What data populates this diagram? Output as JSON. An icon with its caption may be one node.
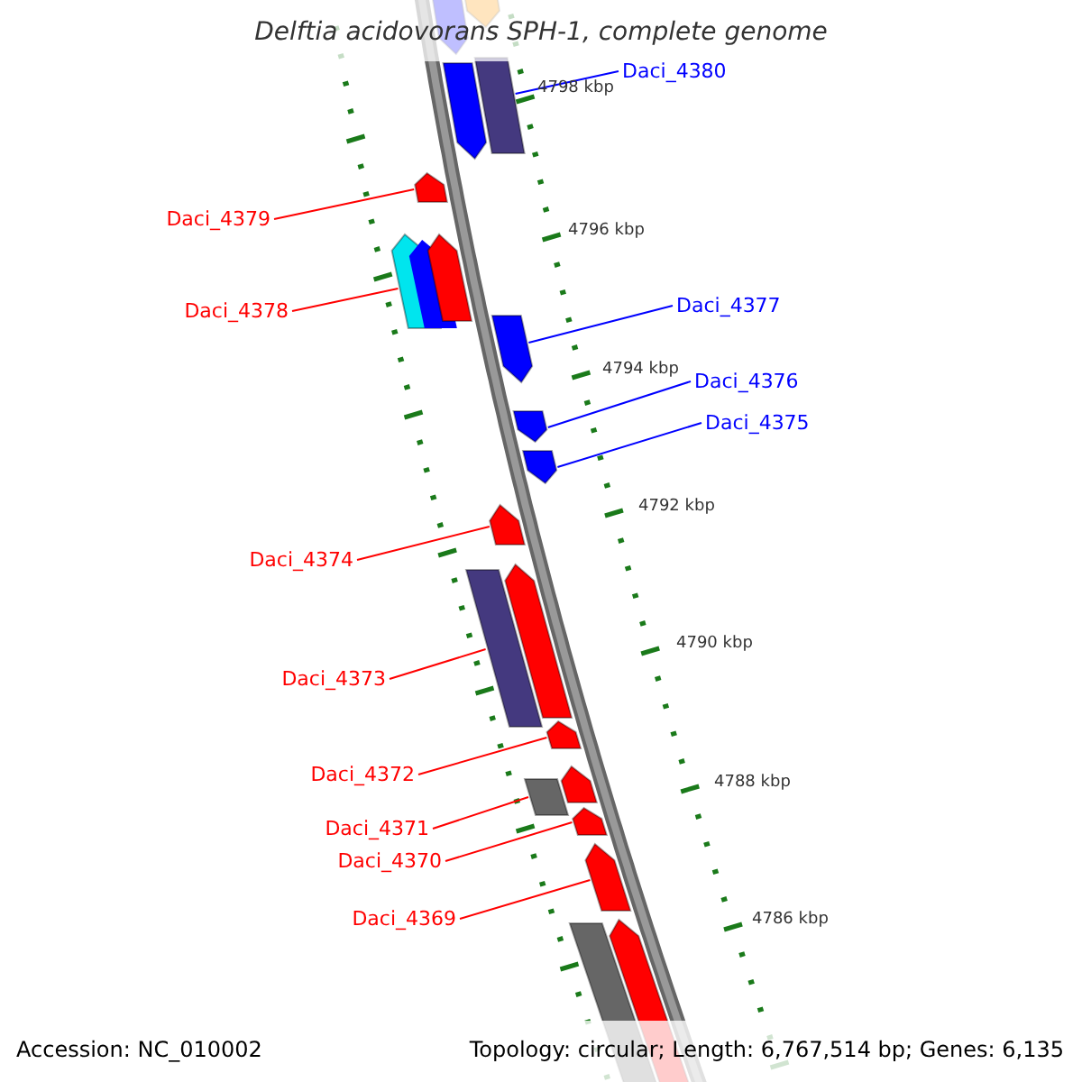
{
  "diagram": {
    "title": "Delftia acidovorans SPH-1, complete genome",
    "nodes": [
      {
        "text": [
          "Daci_4380"
        ]
      },
      {
        "text": [
          "Daci_4379"
        ]
      },
      {
        "text": [
          "Daci_4378"
        ]
      },
      {
        "text": [
          "Daci_4377"
        ]
      },
      {
        "text": [
          "Daci_4376"
        ]
      },
      {
        "text": [
          "Daci_4375"
        ]
      },
      {
        "text": [
          "Daci_4374"
        ]
      },
      {
        "text": [
          "Daci_4373"
        ]
      },
      {
        "text": [
          "Daci_4372"
        ]
      },
      {
        "text": [
          "Daci_4371"
        ]
      },
      {
        "text": [
          "Daci_4370"
        ]
      },
      {
        "text": [
          "Daci_4369"
        ]
      },
      {
        "text": [],
        "shape": "bar"
      },
      {
        "text": [],
        "shape": "bar"
      },
      {
        "text": [],
        "shape": "bar"
      },
      {
        "text": [],
        "shape": "bar"
      },
      {
        "text": [],
        "shape": "bar"
      },
      {
        "text": [],
        "shape": "bar"
      },
      {
        "text": [],
        "shape": "bar"
      },
      {
        "text": [],
        "shape": "bar"
      },
      {
        "text": [],
        "shape": "bar"
      },
      {
        "text": [],
        "shape": "bar"
      },
      {
        "text": [],
        "shape": "bar"
      },
      {
        "text": [],
        "shape": "bar"
      },
      {
        "text": [],
        "shape": "bar"
      },
      {
        "text": [],
        "shape": "bar"
      },
      {
        "text": [],
        "shape": "bar"
      },
      {
        "text": [],
        "shape": "bar"
      },
      {
        "text": [],
        "shape": "bar"
      },
      {
        "text": [],
        "shape": "bar"
      },
      {
        "text": [],
        "shape": "bar"
      },
      {
        "text": [],
        "shape": "bar"
      }
    ],
    "edges": [
      {
        "from": 0,
        "to": 14,
        "arrow": "none",
        "color": "#0000ff"
      },
      {
        "from": 1,
        "to": 16,
        "arrow": "none",
        "color": "#ff0000"
      },
      {
        "from": 2,
        "to": 17,
        "arrow": "none",
        "color": "#ff0000"
      },
      {
        "from": 3,
        "to": 19,
        "arrow": "none",
        "color": "#0000ff"
      },
      {
        "from": 4,
        "to": 20,
        "arrow": "none",
        "color": "#0000ff"
      },
      {
        "from": 5,
        "to": 21,
        "arrow": "none",
        "color": "#0000ff"
      },
      {
        "from": 6,
        "to": 22,
        "arrow": "none",
        "color": "#ff0000"
      },
      {
        "from": 7,
        "to": 24,
        "arrow": "none",
        "color": "#ff0000"
      },
      {
        "from": 8,
        "to": 25,
        "arrow": "none",
        "color": "#ff0000"
      },
      {
        "from": 9,
        "to": 27,
        "arrow": "none",
        "color": "#ff0000"
      },
      {
        "from": 10,
        "to": 28,
        "arrow": "none",
        "color": "#ff0000"
      },
      {
        "from": 11,
        "to": 29,
        "arrow": "none",
        "color": "#ff0000"
      }
    ],
    "labels": [
      "4798 kbp",
      "4796 kbp",
      "4794 kbp",
      "4792 kbp",
      "4790 kbp",
      "4788 kbp",
      "4786 kbp",
      "Accession: NC_010002",
      "Topology: circular; Length: 6,767,514 bp; Genes: 6,135"
    ]
  }
}
